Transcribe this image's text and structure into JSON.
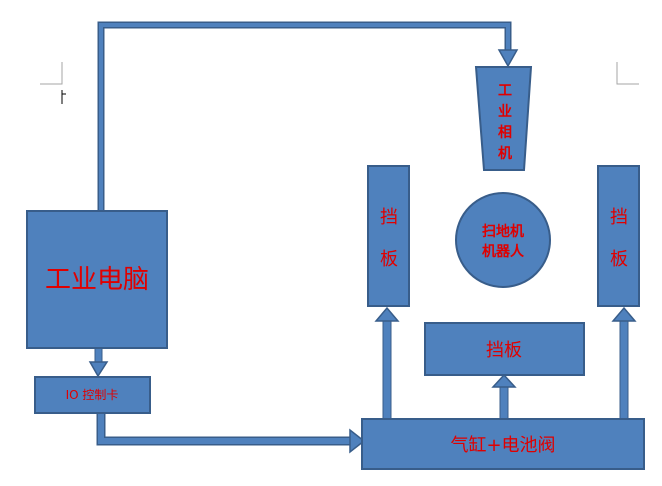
{
  "colors": {
    "fill": "#4f81bd",
    "stroke": "#385d8a",
    "text_red": "#e00000",
    "text_white": "#ffffff",
    "corner_marks": "#a6a6a6"
  },
  "nodes": {
    "computer": "工业电脑",
    "io_card": "IO 控制卡",
    "camera": [
      "工",
      "业",
      "相",
      "机"
    ],
    "robot": [
      "扫地机",
      "机器人"
    ],
    "baffle_left": [
      "挡",
      "板"
    ],
    "baffle_right": [
      "挡",
      "板"
    ],
    "baffle_bottom": "挡板",
    "cylinder_valve": "气缸+电池阀"
  }
}
